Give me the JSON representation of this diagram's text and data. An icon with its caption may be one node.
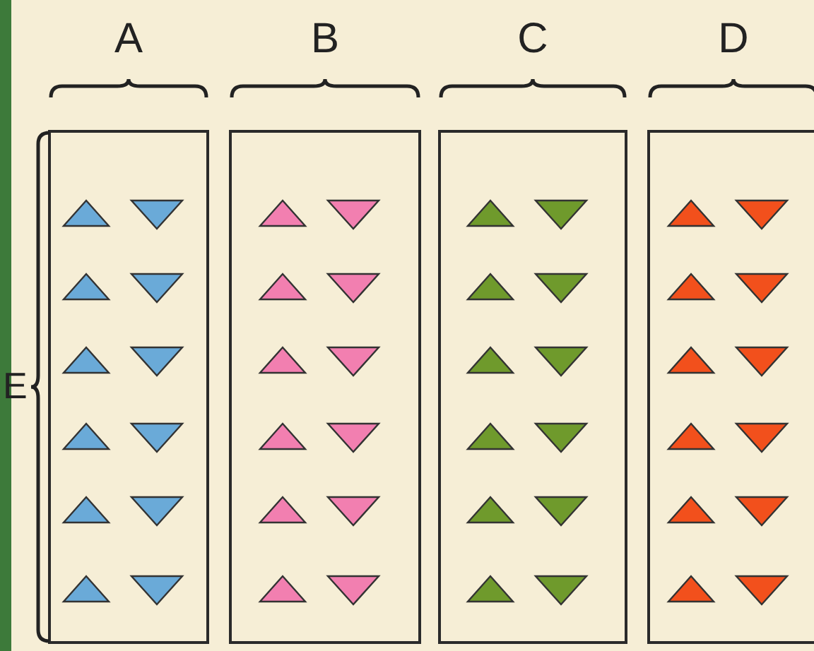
{
  "diagram": {
    "nodes": [
      {
        "text": [
          "A"
        ]
      },
      {
        "text": [
          "B"
        ]
      },
      {
        "text": [
          "C"
        ]
      },
      {
        "text": [
          "D"
        ]
      }
    ],
    "labels": [
      "E"
    ]
  }
}
